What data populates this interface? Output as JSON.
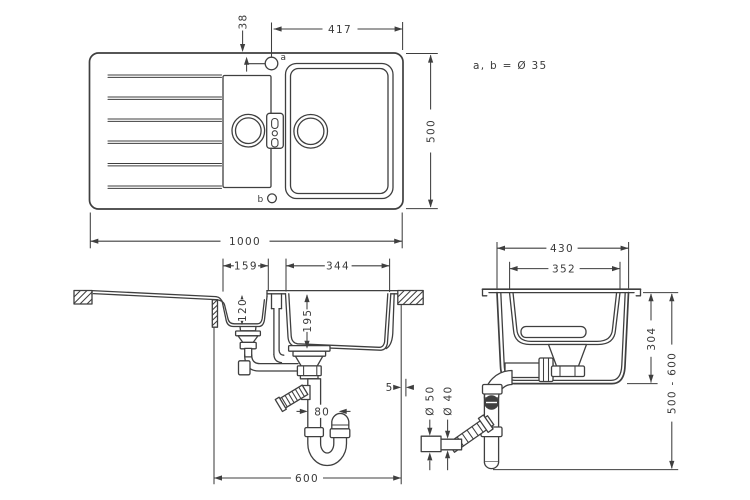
{
  "colors": {
    "line": "#3f3f3f",
    "text": "#3a3a3a",
    "background": "#ffffff"
  },
  "note": {
    "holes": "a, b = Ø 35"
  },
  "top_view": {
    "overall_width": "1000",
    "overall_depth": "500",
    "tap_offset": "417",
    "tap_edge_distance": "38",
    "hole_a": "a",
    "hole_b": "b"
  },
  "front_view": {
    "half_bowl_width": "159",
    "main_bowl_width": "344",
    "half_bowl_depth": "120",
    "main_bowl_depth": "195",
    "edge_gap": "5",
    "trap_width": "80",
    "cutout_width": "600"
  },
  "side_view": {
    "rim_width": "430",
    "bowl_width": "352",
    "bowl_depth": "304",
    "install_height": "500 - 600",
    "outlet_dia": "Ø 50",
    "pipe_dia": "Ø 40"
  }
}
